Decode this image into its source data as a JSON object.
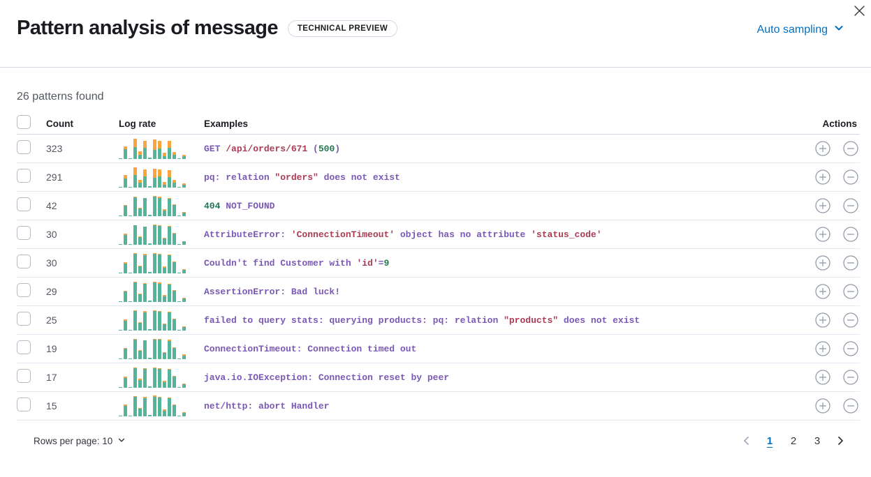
{
  "header": {
    "title": "Pattern analysis of message",
    "badge": "TECHNICAL PREVIEW",
    "sampling_label": "Auto sampling"
  },
  "summary": {
    "patterns_found": "26 patterns found"
  },
  "table": {
    "columns": {
      "count": "Count",
      "log_rate": "Log rate",
      "examples": "Examples",
      "actions": "Actions"
    },
    "rows": [
      {
        "count": "323",
        "sparkline": [
          [
            4,
            0
          ],
          [
            46,
            14
          ],
          [
            4,
            0
          ],
          [
            56,
            40
          ],
          [
            20,
            16
          ],
          [
            52,
            34
          ],
          [
            6,
            0
          ],
          [
            44,
            48
          ],
          [
            50,
            38
          ],
          [
            14,
            16
          ],
          [
            52,
            36
          ],
          [
            20,
            14
          ],
          [
            4,
            0
          ],
          [
            12,
            8
          ]
        ],
        "example": [
          {
            "text": "GET ",
            "token": "text"
          },
          {
            "text": "/api/orders/671",
            "token": "str"
          },
          {
            "text": " (",
            "token": "text"
          },
          {
            "text": "500",
            "token": "num"
          },
          {
            "text": ")",
            "token": "text"
          }
        ]
      },
      {
        "count": "291",
        "sparkline": [
          [
            4,
            0
          ],
          [
            44,
            16
          ],
          [
            4,
            0
          ],
          [
            60,
            36
          ],
          [
            22,
            14
          ],
          [
            54,
            32
          ],
          [
            6,
            0
          ],
          [
            46,
            44
          ],
          [
            52,
            36
          ],
          [
            14,
            14
          ],
          [
            50,
            34
          ],
          [
            24,
            12
          ],
          [
            4,
            0
          ],
          [
            12,
            8
          ]
        ],
        "example": [
          {
            "text": "pq: relation ",
            "token": "text"
          },
          {
            "text": "\"orders\"",
            "token": "str"
          },
          {
            "text": " does not exist",
            "token": "text"
          }
        ]
      },
      {
        "count": "42",
        "sparkline": [
          [
            4,
            0
          ],
          [
            50,
            4
          ],
          [
            4,
            0
          ],
          [
            90,
            4
          ],
          [
            36,
            4
          ],
          [
            88,
            0
          ],
          [
            7,
            0
          ],
          [
            92,
            4
          ],
          [
            88,
            4
          ],
          [
            28,
            4
          ],
          [
            84,
            4
          ],
          [
            52,
            4
          ],
          [
            4,
            0
          ],
          [
            16,
            4
          ]
        ],
        "example": [
          {
            "text": "404",
            "token": "num"
          },
          {
            "text": " NOT_FOUND",
            "token": "text"
          }
        ]
      },
      {
        "count": "30",
        "sparkline": [
          [
            4,
            0
          ],
          [
            48,
            4
          ],
          [
            4,
            0
          ],
          [
            94,
            0
          ],
          [
            36,
            4
          ],
          [
            88,
            0
          ],
          [
            7,
            0
          ],
          [
            94,
            4
          ],
          [
            90,
            4
          ],
          [
            30,
            4
          ],
          [
            86,
            4
          ],
          [
            54,
            4
          ],
          [
            4,
            0
          ],
          [
            16,
            0
          ]
        ],
        "example": [
          {
            "text": "AttributeError: ",
            "token": "text"
          },
          {
            "text": "'ConnectionTimeout'",
            "token": "str"
          },
          {
            "text": " object has no attribute ",
            "token": "text"
          },
          {
            "text": "'status_code'",
            "token": "str"
          }
        ]
      },
      {
        "count": "30",
        "sparkline": [
          [
            4,
            0
          ],
          [
            48,
            4
          ],
          [
            4,
            0
          ],
          [
            92,
            4
          ],
          [
            34,
            4
          ],
          [
            88,
            4
          ],
          [
            7,
            0
          ],
          [
            92,
            4
          ],
          [
            90,
            4
          ],
          [
            28,
            4
          ],
          [
            86,
            4
          ],
          [
            52,
            4
          ],
          [
            4,
            0
          ],
          [
            16,
            4
          ]
        ],
        "example": [
          {
            "text": "Couldn't find Customer with ",
            "token": "text"
          },
          {
            "text": "'id'",
            "token": "str"
          },
          {
            "text": "=",
            "token": "text"
          },
          {
            "text": "9",
            "token": "num"
          }
        ]
      },
      {
        "count": "29",
        "sparkline": [
          [
            4,
            0
          ],
          [
            50,
            4
          ],
          [
            4,
            0
          ],
          [
            92,
            4
          ],
          [
            36,
            4
          ],
          [
            86,
            4
          ],
          [
            7,
            0
          ],
          [
            94,
            4
          ],
          [
            88,
            4
          ],
          [
            28,
            4
          ],
          [
            84,
            4
          ],
          [
            52,
            4
          ],
          [
            4,
            0
          ],
          [
            16,
            4
          ]
        ],
        "example": [
          {
            "text": "AssertionError: Bad luck!",
            "token": "text"
          }
        ]
      },
      {
        "count": "25",
        "sparkline": [
          [
            4,
            0
          ],
          [
            48,
            4
          ],
          [
            4,
            0
          ],
          [
            92,
            4
          ],
          [
            36,
            4
          ],
          [
            88,
            4
          ],
          [
            7,
            0
          ],
          [
            92,
            4
          ],
          [
            90,
            4
          ],
          [
            30,
            4
          ],
          [
            86,
            4
          ],
          [
            54,
            4
          ],
          [
            4,
            0
          ],
          [
            16,
            4
          ]
        ],
        "example": [
          {
            "text": "failed to query stats: querying products: pq: relation ",
            "token": "text"
          },
          {
            "text": "\"products\"",
            "token": "str"
          },
          {
            "text": " does not exist",
            "token": "text"
          }
        ]
      },
      {
        "count": "19",
        "sparkline": [
          [
            4,
            0
          ],
          [
            50,
            4
          ],
          [
            4,
            0
          ],
          [
            94,
            4
          ],
          [
            40,
            4
          ],
          [
            90,
            0
          ],
          [
            7,
            0
          ],
          [
            94,
            4
          ],
          [
            92,
            4
          ],
          [
            30,
            4
          ],
          [
            88,
            4
          ],
          [
            54,
            4
          ],
          [
            4,
            0
          ],
          [
            18,
            4
          ]
        ],
        "example": [
          {
            "text": "ConnectionTimeout: Connection timed out",
            "token": "text"
          }
        ]
      },
      {
        "count": "17",
        "sparkline": [
          [
            4,
            0
          ],
          [
            48,
            4
          ],
          [
            4,
            0
          ],
          [
            94,
            4
          ],
          [
            38,
            4
          ],
          [
            90,
            4
          ],
          [
            7,
            0
          ],
          [
            92,
            4
          ],
          [
            90,
            4
          ],
          [
            28,
            4
          ],
          [
            86,
            4
          ],
          [
            52,
            4
          ],
          [
            4,
            0
          ],
          [
            16,
            4
          ]
        ],
        "example": [
          {
            "text": "java.io.IOException: Connection reset by peer",
            "token": "text"
          }
        ]
      },
      {
        "count": "15",
        "sparkline": [
          [
            4,
            0
          ],
          [
            50,
            6
          ],
          [
            4,
            0
          ],
          [
            92,
            4
          ],
          [
            36,
            4
          ],
          [
            88,
            4
          ],
          [
            7,
            0
          ],
          [
            94,
            6
          ],
          [
            90,
            4
          ],
          [
            28,
            4
          ],
          [
            86,
            4
          ],
          [
            52,
            4
          ],
          [
            4,
            0
          ],
          [
            16,
            4
          ]
        ],
        "example": [
          {
            "text": "net/http: abort Handler",
            "token": "text"
          }
        ]
      }
    ]
  },
  "footer": {
    "rows_per_page_label": "Rows per page: 10",
    "pages": [
      "1",
      "2",
      "3"
    ],
    "active_page": "1"
  },
  "colors": {
    "accent_blue": "#0071c2",
    "token_purple": "#7a58b5",
    "token_red": "#aa3b55",
    "token_green": "#1f7a52",
    "spark_teal": "#54b399",
    "spark_orange": "#f9a43c",
    "divider": "#D3DAE6",
    "icon_gray": "#8e97a5"
  }
}
